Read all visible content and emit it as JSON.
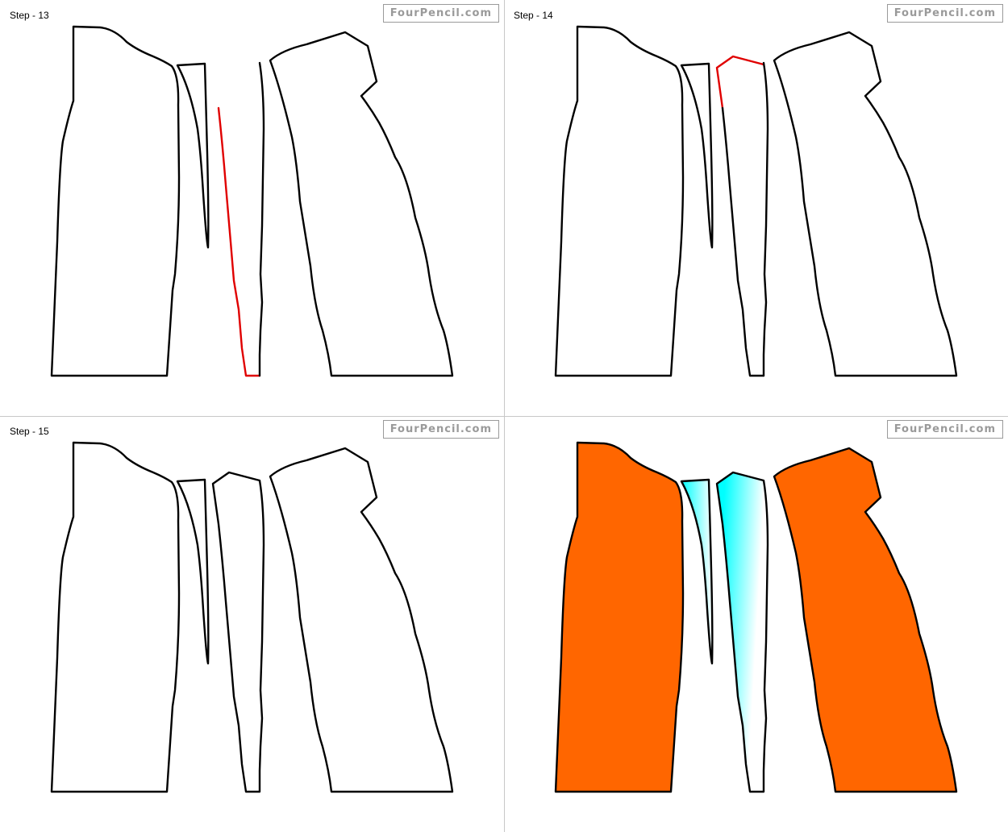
{
  "watermark": "FourPencil.com",
  "panels": [
    {
      "step_label": "Step - 13"
    },
    {
      "step_label": "Step - 14"
    },
    {
      "step_label": "Step - 15"
    },
    {
      "step_label": ""
    }
  ],
  "colors": {
    "outline": "#000000",
    "new_line": "#e00000",
    "jacket": "#ff6600",
    "shirt": "#00ffff"
  }
}
